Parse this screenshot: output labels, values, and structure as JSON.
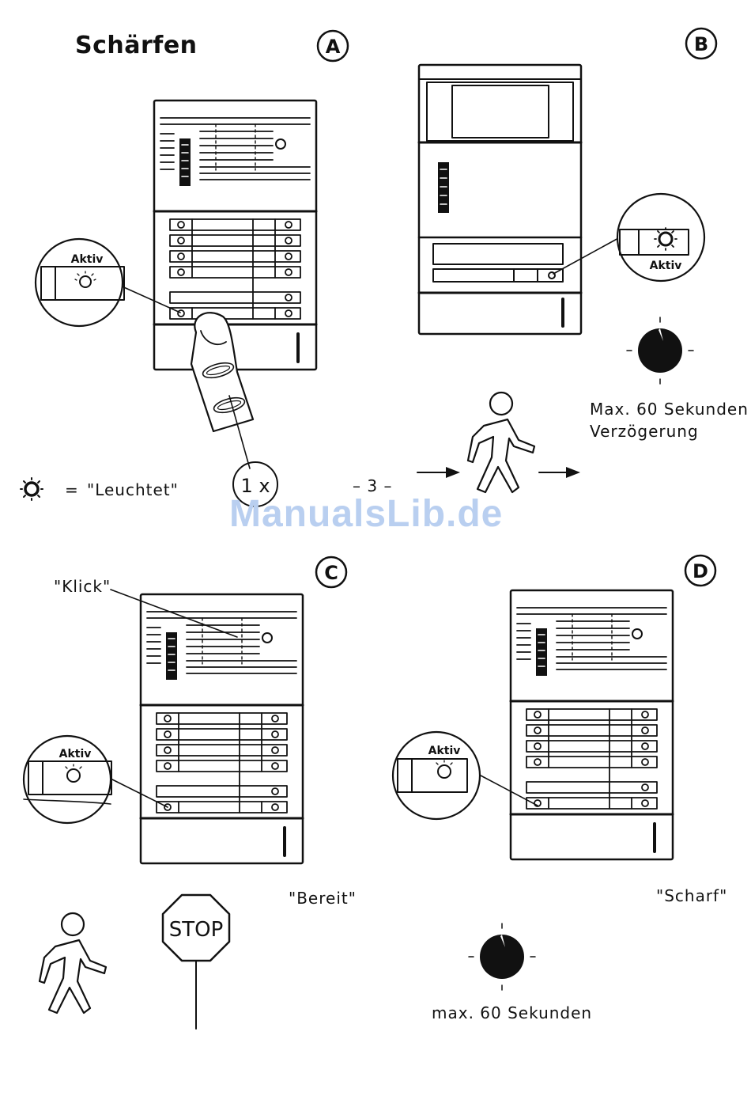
{
  "title": "Schärfen",
  "panels": {
    "a": {
      "letter": "A",
      "aktiv": "Aktiv",
      "count": "1 x"
    },
    "b": {
      "letter": "B",
      "aktiv": "Aktiv",
      "delay_line1": "Max. 60 Sekunden",
      "delay_line2": "Verzögerung"
    },
    "c": {
      "letter": "C",
      "aktiv": "Aktiv",
      "klick": "\"Klick\"",
      "status": "\"Bereit\"",
      "stop": "STOP"
    },
    "d": {
      "letter": "D",
      "aktiv": "Aktiv",
      "status": "\"Scharf\"",
      "timer": "max. 60 Sekunden"
    }
  },
  "legend": {
    "equals": "=",
    "text": "\"Leuchtet\""
  },
  "page_number": "– 3 –",
  "watermark": "ManualsLib.de"
}
